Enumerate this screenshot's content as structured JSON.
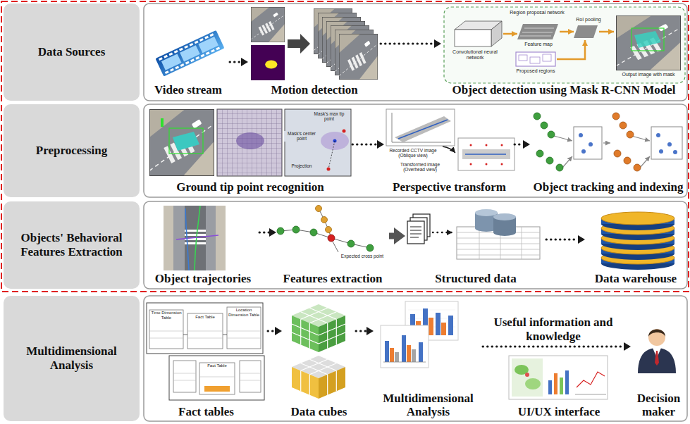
{
  "diagram": {
    "nodes": [
      {
        "text": [
          "Data Sources"
        ]
      },
      {
        "text": [
          "Video stream"
        ]
      },
      {
        "text": [
          "Motion detection"
        ]
      },
      {
        "text": [
          "Object detection using Mask R-CNN Model"
        ]
      },
      {
        "text": [
          "Preprocessing"
        ]
      },
      {
        "text": [
          "Ground tip point recognition"
        ]
      },
      {
        "text": [
          "Perspective transform"
        ]
      },
      {
        "text": [
          "Object tracking and indexing"
        ]
      },
      {
        "text": [
          "Objects' Behavioral Features Extraction"
        ]
      },
      {
        "text": [
          "Object trajectories"
        ]
      },
      {
        "text": [
          "Features extraction"
        ]
      },
      {
        "text": [
          "Structured data"
        ]
      },
      {
        "text": [
          "Data warehouse"
        ]
      },
      {
        "text": [
          "Multidimensional Analysis"
        ]
      },
      {
        "text": [
          "Fact tables"
        ]
      },
      {
        "text": [
          "Data cubes"
        ]
      },
      {
        "text": [
          "Multidimensional Analysis"
        ]
      },
      {
        "text": [
          "UI/UX interface"
        ]
      },
      {
        "text": [
          "Decision maker"
        ]
      }
    ],
    "edges": [
      {
        "from": 1,
        "to": 2,
        "arrow": "to"
      },
      {
        "from": 2,
        "to": 3,
        "arrow": "to"
      },
      {
        "from": 5,
        "to": 6,
        "arrow": "to"
      },
      {
        "from": 6,
        "to": 7,
        "arrow": "to"
      },
      {
        "from": 9,
        "to": 10,
        "arrow": "to"
      },
      {
        "from": 10,
        "to": 11,
        "arrow": "to"
      },
      {
        "from": 11,
        "to": 12,
        "arrow": "to"
      },
      {
        "from": 14,
        "to": 15,
        "arrow": "to"
      },
      {
        "from": 15,
        "to": 16,
        "arrow": "to"
      },
      {
        "from": 16,
        "to": 18,
        "label": "Useful information and knowledge",
        "arrow": "to"
      }
    ],
    "labels": [
      "Convolutional neural network",
      "Region proposal network",
      "Feature map",
      "RoI pooling",
      "Proposed regions",
      "Output image with mask",
      "Mask's max tip point",
      "Mask's center point",
      "Projection",
      "Recorded CCTV image (Oblique view)",
      "Transformed image (Overhead view)",
      "Expected cross point",
      "Time Dimension Table",
      "Fact Table",
      "Location Dimension Table",
      "Fact Table"
    ]
  }
}
